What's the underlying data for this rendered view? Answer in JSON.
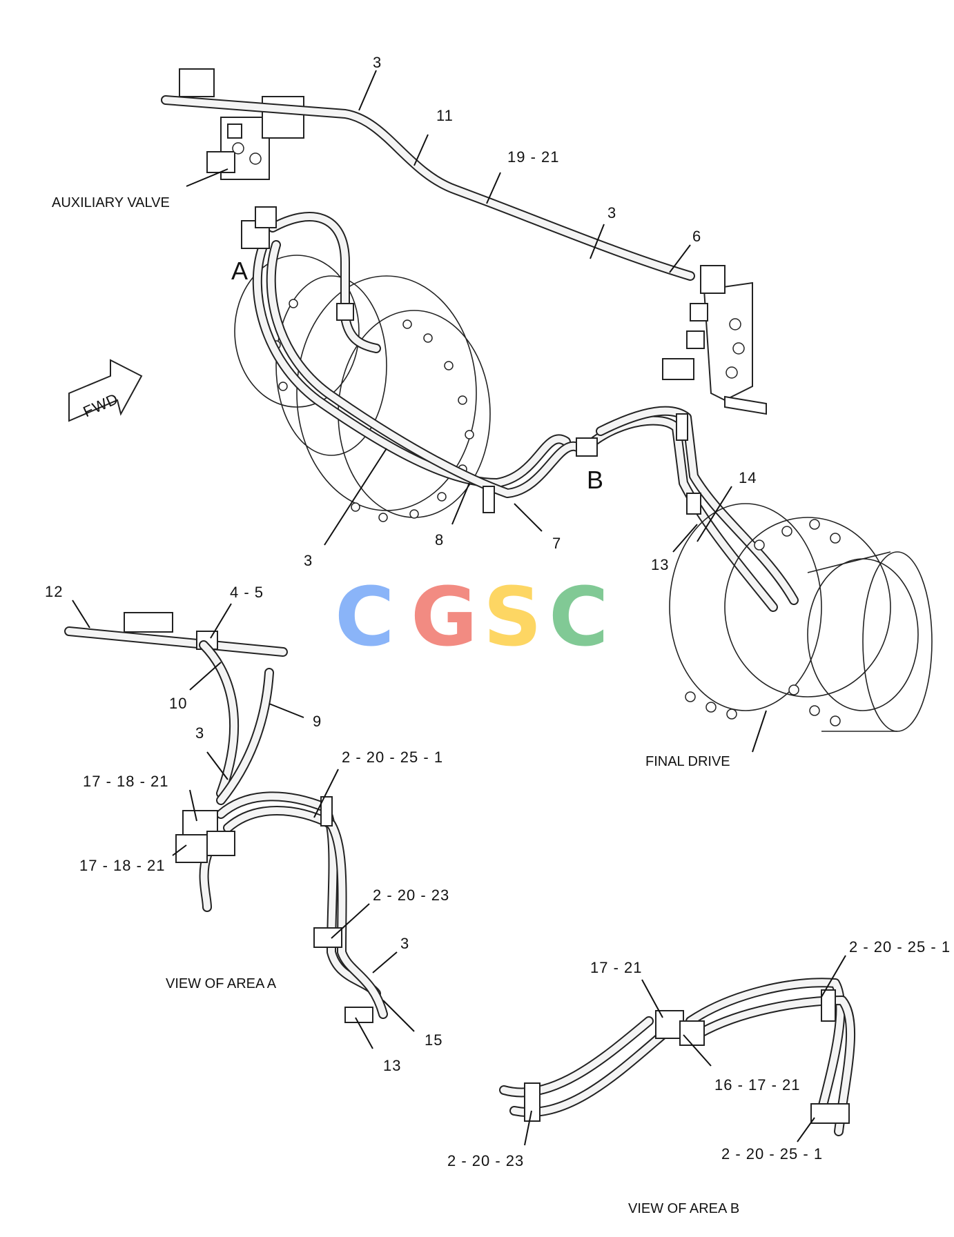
{
  "labels": {
    "auxiliary_valve": "AUXILIARY VALVE",
    "final_drive": "FINAL DRIVE",
    "view_area_a": "VIEW OF AREA A",
    "view_area_b": "VIEW OF AREA B",
    "area_a": "A",
    "area_b": "B",
    "fwd": "FWD"
  },
  "callouts": {
    "top_3": "3",
    "c11": "11",
    "c19_21": "19 - 21",
    "mid_3": "3",
    "c6": "6",
    "c14": "14",
    "c13": "13",
    "c8": "8",
    "c7": "7",
    "lower_3": "3",
    "a_12": "12",
    "a_4_5": "4 - 5",
    "a_10": "10",
    "a_9": "9",
    "a_3": "3",
    "a_17_18_21_top": "17 - 18 - 21",
    "a_17_18_21_bottom": "17 - 18 - 21",
    "a_2_20_25_1": "2 - 20 - 25 - 1",
    "a_2_20_23": "2 - 20 - 23",
    "a_3_lower": "3",
    "a_15": "15",
    "a_13": "13",
    "b_17_21": "17 - 21",
    "b_2_20_25_1_top": "2 - 20 - 25 - 1",
    "b_16_17_21": "16 - 17 - 21",
    "b_2_20_23": "2 - 20 - 23",
    "b_2_20_25_1_bottom": "2 - 20 - 25 - 1"
  },
  "watermark": {
    "letters": [
      "C",
      "G",
      "S",
      "C"
    ],
    "colors": [
      "#8ab4f8",
      "#f28b82",
      "#fdd663",
      "#81c995"
    ]
  }
}
